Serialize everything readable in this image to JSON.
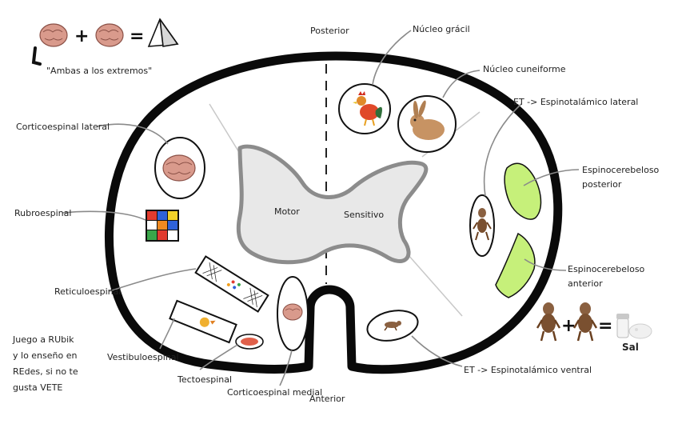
{
  "header": {
    "equation_plus": "+",
    "equation_equals": "=",
    "quote": "\"Ambas a los extremos\""
  },
  "orientation": {
    "posterior": "Posterior",
    "anterior": "Anterior"
  },
  "gray_matter": {
    "motor": "Motor",
    "sensitive": "Sensitivo"
  },
  "tracts": {
    "nucleo_gracil": "Núcleo grácil",
    "nucleo_cuneiforme": "Núcleo cuneiforme",
    "et_lateral": "ET -> Espinotalámico lateral",
    "corticoespinal_lateral": "Corticoespinal lateral",
    "rubroespinal": "Rubroespinal",
    "reticuloespinal": "Reticuloespinal",
    "vestibuloespinal": "Vestibuloespinal",
    "tectoespinal": "Tectoespinal",
    "corticoespinal_medial": "Corticoespinal medial",
    "et_ventral": "ET -> Espinotalámico ventral"
  },
  "spinocerebellar": {
    "posterior_line1": "Espinocerebeloso",
    "posterior_line2": "posterior",
    "anterior_line1": "Espinocerebeloso",
    "anterior_line2": "anterior"
  },
  "et_sal": {
    "plus": "+",
    "equals": "=",
    "sal": "Sal"
  },
  "note": {
    "line1": "Juego a RUbik",
    "line2": "y lo enseño en",
    "line3": "REdes, si no te",
    "line4": "gusta VETE"
  },
  "colors": {
    "outline": "#0a0a0a",
    "gray_matter_fill": "#e8e8e8",
    "gray_matter_stroke": "#8c8c8c",
    "spinocerebellar_fill": "#c6f07a",
    "brain": "#d99a8c",
    "rabbit": "#c79363",
    "rooster": "#e0492a"
  }
}
